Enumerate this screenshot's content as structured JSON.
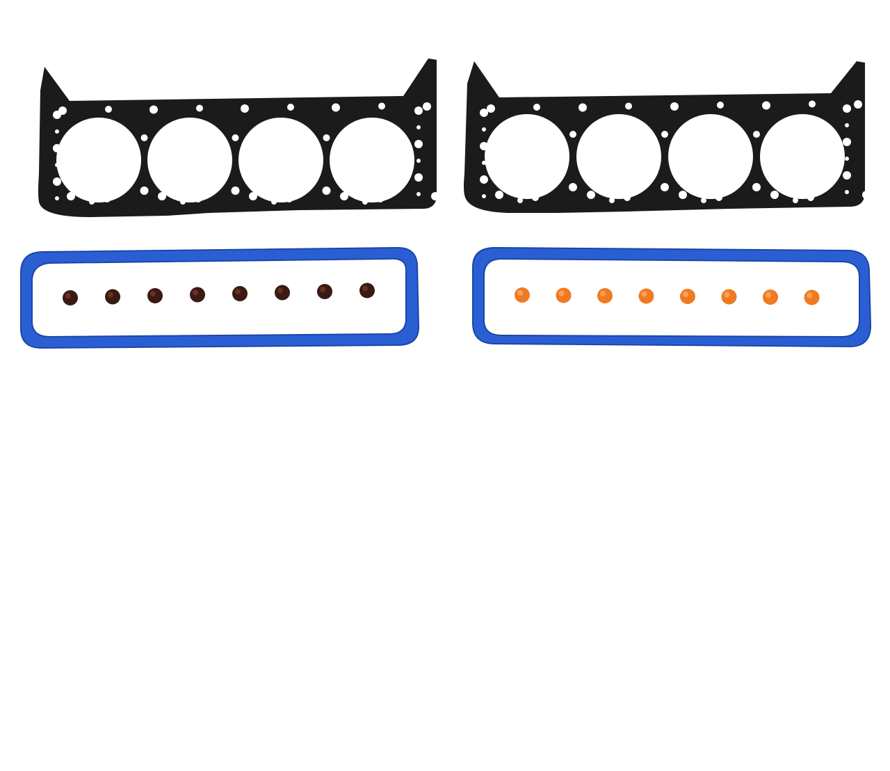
{
  "colors": {
    "background": "#ffffff",
    "head_gasket": "#1b1b1b",
    "cover_gasket": "#2a5fd4",
    "cover_gasket_edge": "#1d45a8",
    "seal_left": "#3a1a12",
    "seal_left_highlight": "#7a3b2b",
    "seal_right": "#f07a22",
    "seal_right_highlight": "#ffb070"
  },
  "parts": {
    "head_gaskets": 2,
    "cylinder_bores_per_gasket": 4,
    "valve_cover_gaskets": 2,
    "valve_stem_seals_per_set": 8
  }
}
